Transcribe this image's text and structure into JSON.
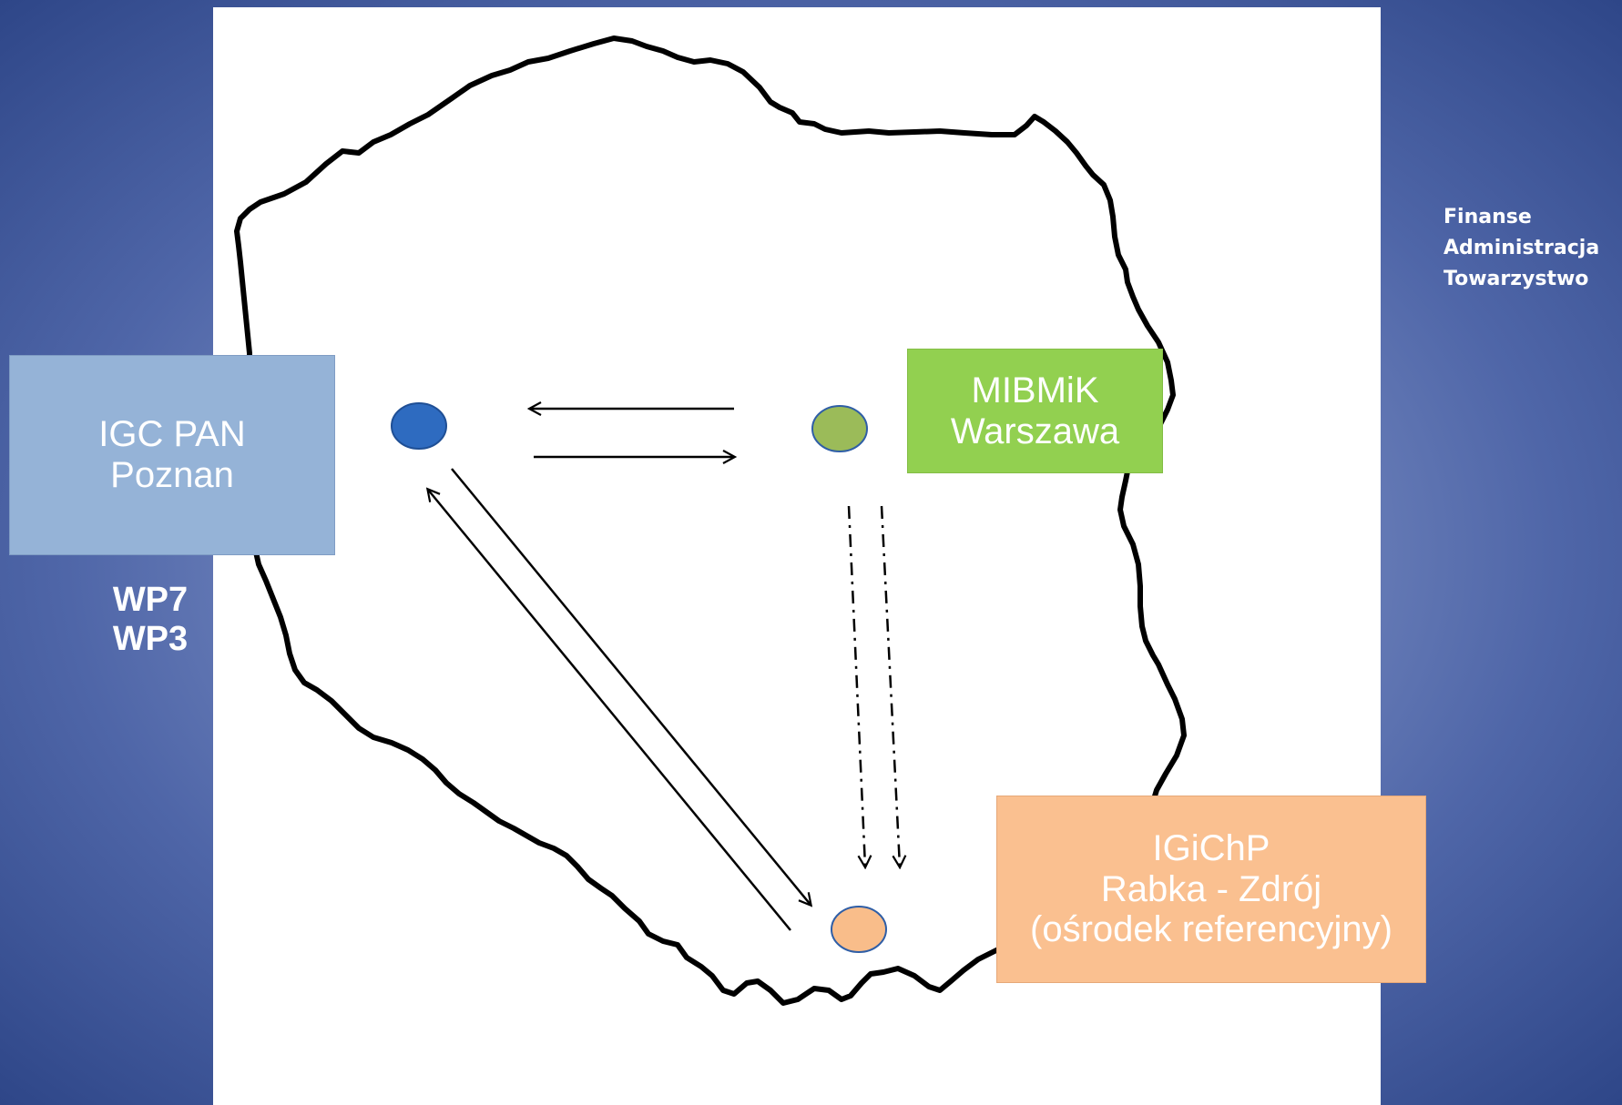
{
  "nodes": {
    "igc": {
      "line1": "IGC PAN",
      "line2": "Poznan",
      "color": "#95b3d7",
      "dot_color": "#2e6bc0"
    },
    "mib": {
      "line1": "MIBMiK",
      "line2": "Warszawa",
      "color": "#92d050",
      "dot_color": "#9bbb59"
    },
    "igi": {
      "line1": "IGiChP",
      "line2": "Rabka - Zdrój",
      "line3": "(ośrodek referencyjny)",
      "color": "#fac090",
      "dot_color": "#f9bd8a"
    }
  },
  "work_packages": [
    "WP7",
    "WP3"
  ],
  "side_list": [
    "Finanse",
    "Administracja",
    "Towarzystwo"
  ]
}
